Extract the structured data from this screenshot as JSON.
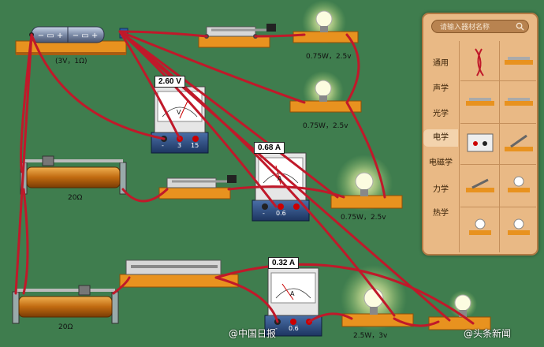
{
  "battery": {
    "label": "(3V，1Ω)"
  },
  "bulbs": [
    {
      "label": "0.75W，2.5v"
    },
    {
      "label": "0.75W，2.5v"
    },
    {
      "label": "0.75W，2.5v"
    },
    {
      "label": "2.5W，3v"
    }
  ],
  "rheostats": [
    {
      "label": "20Ω"
    },
    {
      "label": "20Ω"
    }
  ],
  "voltmeter": {
    "reading": "2.60 V",
    "unit": "V",
    "terminals": [
      "-",
      "3",
      "15"
    ]
  },
  "ammeters": [
    {
      "reading": "0.68 A",
      "unit": "A",
      "terminals": [
        "-",
        "0.6",
        ""
      ]
    },
    {
      "reading": "0.32 A",
      "unit": "A",
      "terminals": [
        "-",
        "0.6",
        ""
      ]
    }
  ],
  "panel": {
    "search_placeholder": "请输入器材名称",
    "categories": [
      "通用",
      "声学",
      "光学",
      "电学",
      "电磁学",
      "力学",
      "热学"
    ],
    "active_category": "电学"
  },
  "watermarks": {
    "left": "@中国日报",
    "right": "@头条新闻"
  },
  "colors": {
    "board": "#3f7d4e",
    "wire": "#c0192a",
    "panel": "#e9b985",
    "base": "#e8921f"
  }
}
